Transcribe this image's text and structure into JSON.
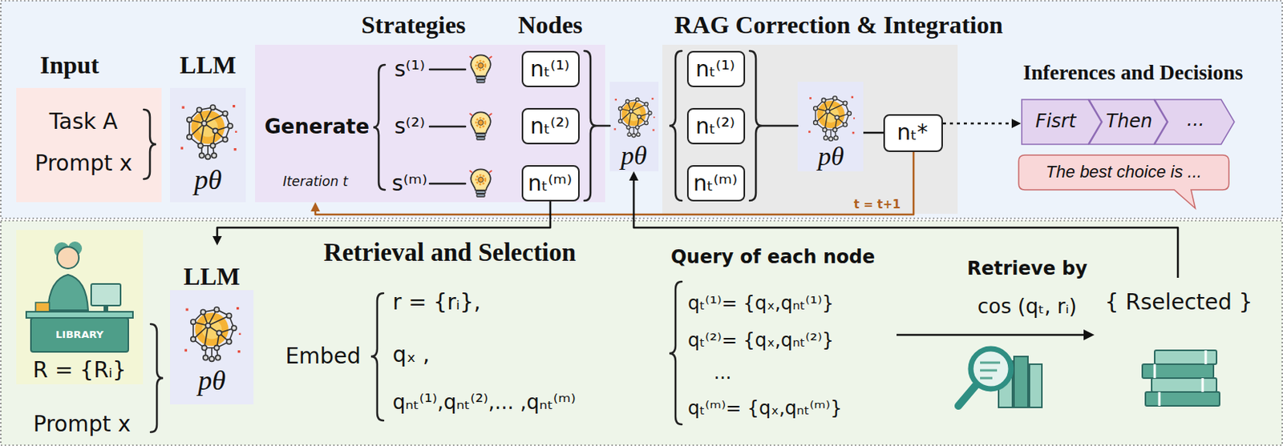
{
  "diagram": {
    "nodes": [
      {
        "text": [
          "Input",
          "Task A",
          "Prompt x"
        ]
      },
      {
        "text": [
          "LLM",
          "pθ"
        ]
      },
      {
        "text": [
          "Strategies",
          "Nodes",
          "Generate",
          "Iteration t"
        ]
      },
      {
        "text": [
          "nₜ⁽¹⁾"
        ],
        "in": 2
      },
      {
        "text": [
          "nₜ⁽²⁾"
        ],
        "in": 2
      },
      {
        "text": [
          "nₜ⁽ᵐ⁾"
        ],
        "in": 2
      },
      {
        "text": [
          "pθ"
        ]
      },
      {
        "text": [
          "RAG Correction & Integration"
        ]
      },
      {
        "text": [
          "nₜ⁽¹⁾"
        ],
        "in": 7
      },
      {
        "text": [
          "nₜ⁽²⁾"
        ],
        "in": 7
      },
      {
        "text": [
          "nₜ⁽ᵐ⁾"
        ],
        "in": 7
      },
      {
        "text": [
          "pθ"
        ],
        "in": 7
      },
      {
        "text": [
          "nₜ*"
        ],
        "in": 7
      },
      {
        "text": [
          "Fisrt"
        ]
      },
      {
        "text": [
          "Then"
        ]
      },
      {
        "text": [
          "..."
        ]
      },
      {
        "text": [
          "The best choice is ..."
        ]
      },
      {
        "text": [
          "R = {Rᵢ}"
        ]
      },
      {
        "text": [
          "LLM",
          "pθ"
        ]
      },
      {
        "text": [
          "{ Rselected }"
        ]
      }
    ],
    "edges": [
      {
        "from": 11,
        "to": 12,
        "arrow": "none"
      },
      {
        "from": 12,
        "to": 13,
        "arrow": "to"
      },
      {
        "from": 12,
        "to": 2,
        "arrow": "to",
        "label": "t = t+1"
      },
      {
        "from": 5,
        "to": 18,
        "arrow": "to"
      },
      {
        "from": 19,
        "to": 6,
        "arrow": "to"
      }
    ],
    "labels": [
      "s⁽¹⁾",
      "s⁽²⁾",
      "s⁽ᵐ⁾",
      "Inferences and Decisions",
      "LIBRARY",
      "Prompt x",
      "Retrieval and Selection",
      "Embed",
      "r = {rᵢ},",
      "qₓ ,",
      "qₙₜ⁽¹⁾,qₙₜ⁽²⁾,... ,qₙₜ⁽ᵐ⁾",
      "Query of each node",
      "qₜ⁽¹⁾= {qₓ,qₙₜ⁽¹⁾}",
      "qₜ⁽²⁾= {qₓ,qₙₜ⁽²⁾}",
      "...",
      "qₜ⁽ᵐ⁾= {qₓ,qₙₜ⁽ᵐ⁾}",
      "Retrieve by",
      "cos (qₜ, rᵢ)"
    ]
  }
}
